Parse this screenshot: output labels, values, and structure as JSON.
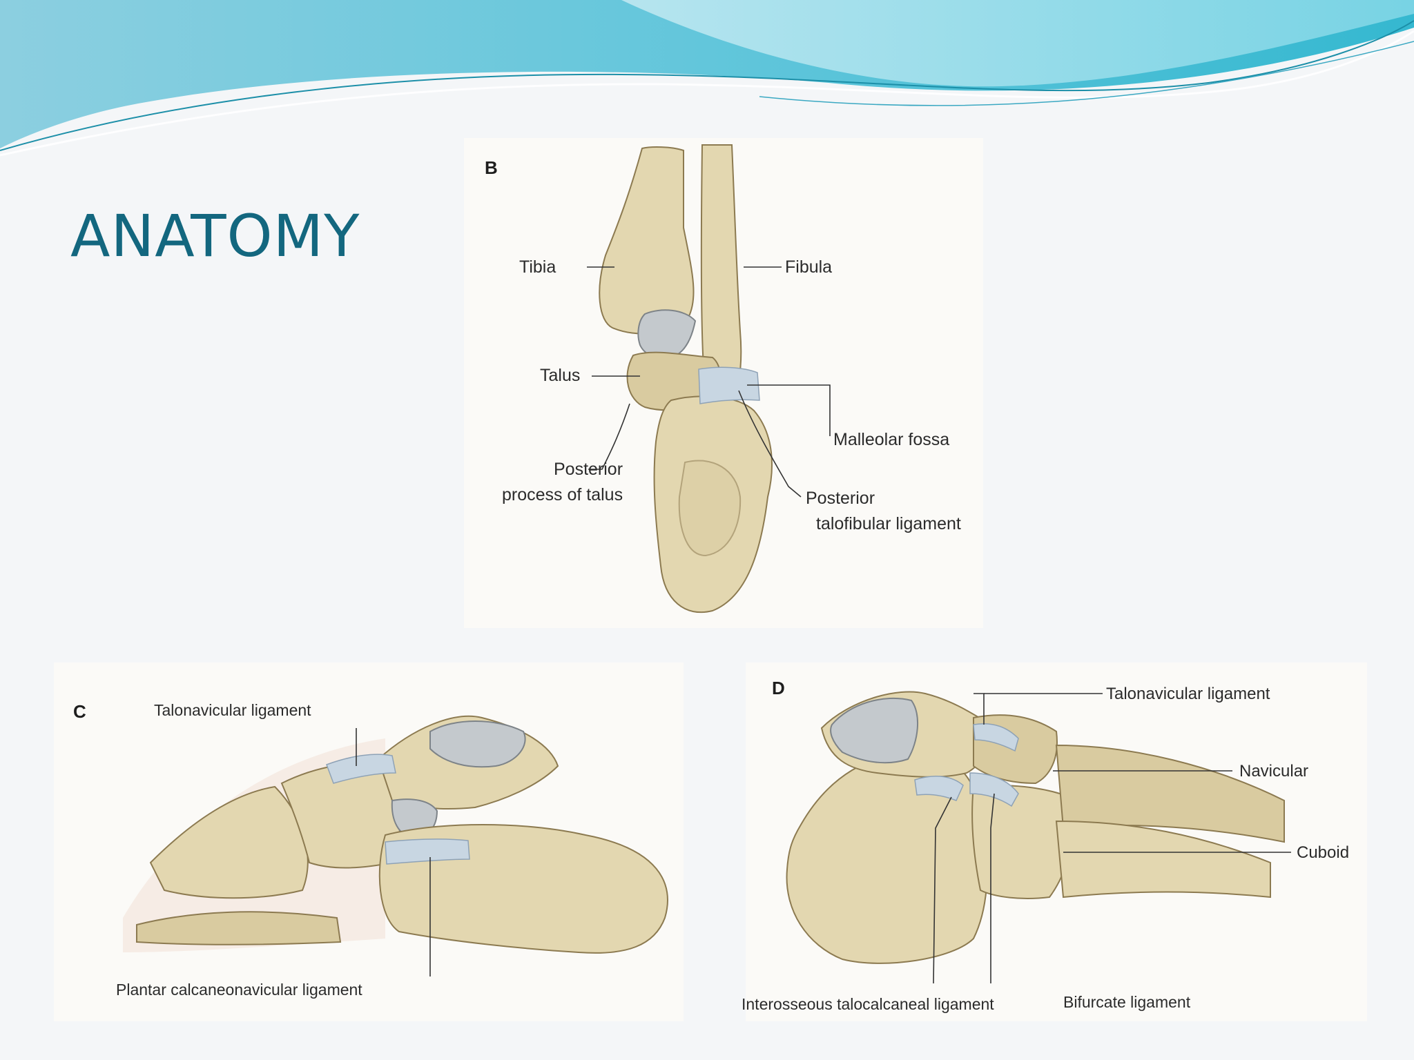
{
  "slide": {
    "title": "ANATOMY",
    "accent_color": "#13677f",
    "header_wave_colors": [
      "#7fd0e0",
      "#3ec1d6",
      "#ffffff"
    ]
  },
  "figure": {
    "panel_b": {
      "letter": "B",
      "labels": {
        "tibia": "Tibia",
        "fibula": "Fibula",
        "talus": "Talus",
        "malleolar_fossa": "Malleolar fossa",
        "posterior_process_1": "Posterior",
        "posterior_process_2": "process of talus",
        "posterior_talofibular_1": "Posterior",
        "posterior_talofibular_2": "talofibular ligament"
      }
    },
    "panel_c": {
      "letter": "C",
      "labels": {
        "talonavicular": "Talonavicular ligament",
        "plantar_calcaneonavicular": "Plantar calcaneonavicular ligament"
      }
    },
    "panel_d": {
      "letter": "D",
      "labels": {
        "talonavicular": "Talonavicular ligament",
        "navicular": "Navicular",
        "cuboid": "Cuboid",
        "interosseous": "Interosseous talocalcaneal ligament",
        "bifurcate": "Bifurcate ligament"
      }
    }
  }
}
